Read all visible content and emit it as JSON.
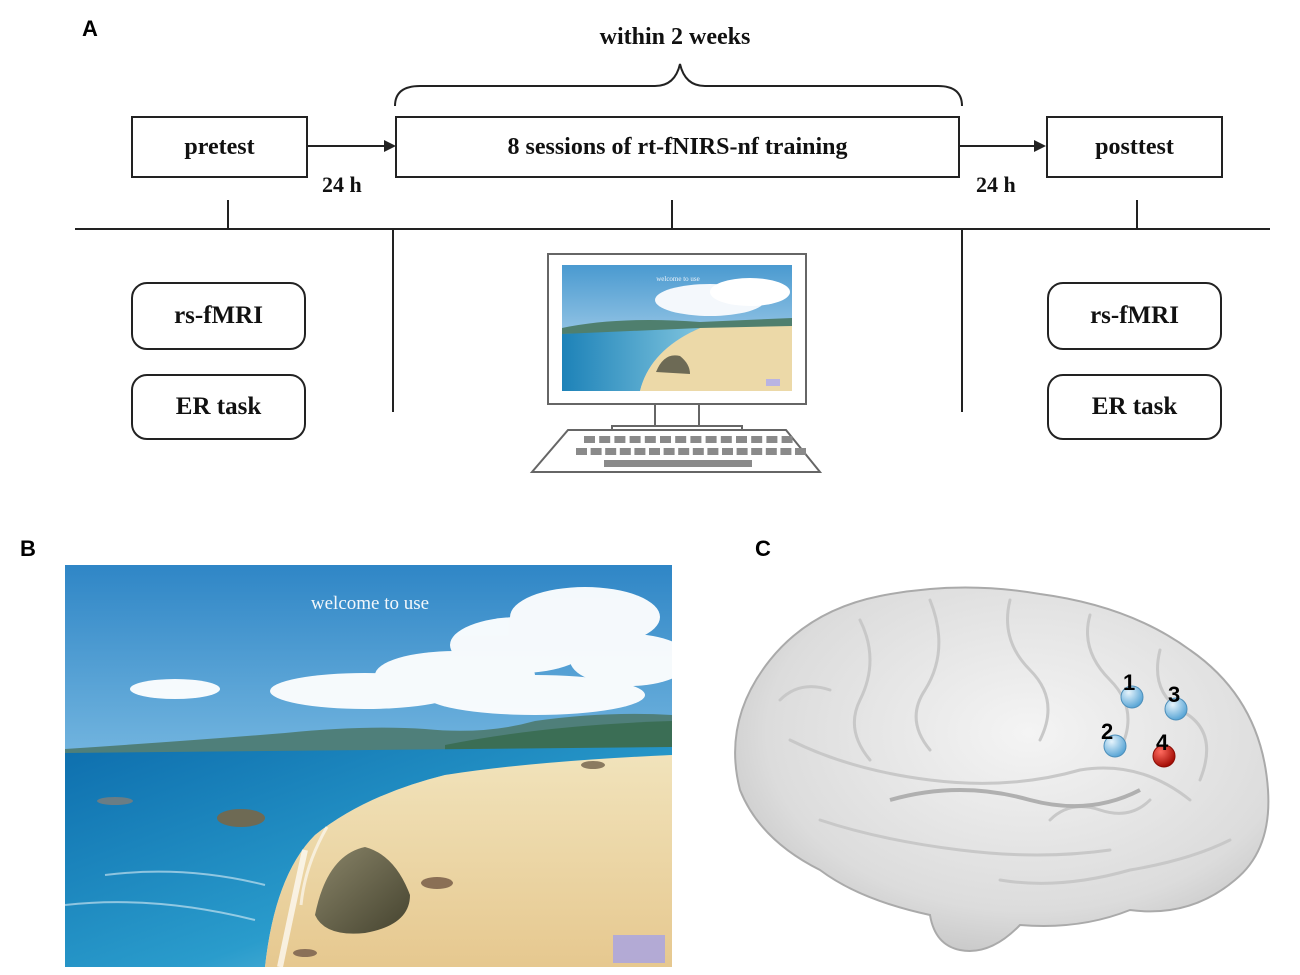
{
  "panel_a": {
    "label": "A",
    "duration_label": "within 2 weeks",
    "pretest": "pretest",
    "training": "8 sessions of rt-fNIRS-nf training",
    "posttest": "posttest",
    "gap_left": "24 h",
    "gap_right": "24 h",
    "pre_measures": [
      "rs-fMRI",
      "ER task"
    ],
    "post_measures": [
      "rs-fMRI",
      "ER task"
    ],
    "screen_caption": "welcome to use"
  },
  "panel_b": {
    "label": "B",
    "screen_caption": "welcome to use"
  },
  "panel_c": {
    "label": "C",
    "channels": [
      {
        "id": "1",
        "color": "#8ec5e6"
      },
      {
        "id": "2",
        "color": "#8ec5e6"
      },
      {
        "id": "3",
        "color": "#8ec5e6"
      },
      {
        "id": "4",
        "color": "#d21b10"
      }
    ]
  }
}
